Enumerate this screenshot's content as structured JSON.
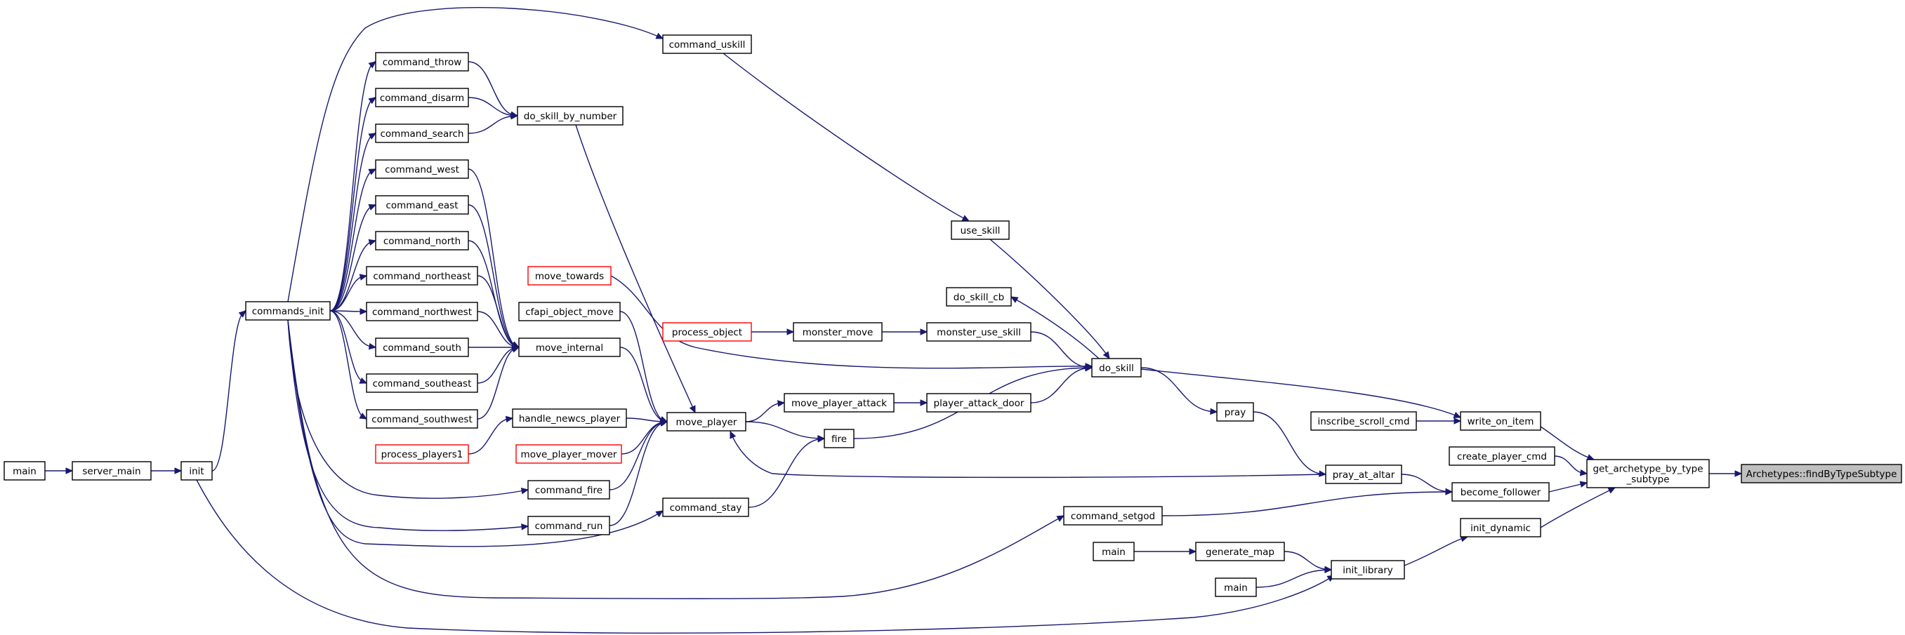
{
  "colors": {
    "edge": "#191970",
    "border": "#000000",
    "border_truncated": "#ff0000",
    "target_fill": "#bfbfbf"
  },
  "nodes": {
    "main_a": {
      "label": "main"
    },
    "server_main": {
      "label": "server_main"
    },
    "init": {
      "label": "init"
    },
    "commands_init": {
      "label": "commands_init"
    },
    "command_throw": {
      "label": "command_throw"
    },
    "command_disarm": {
      "label": "command_disarm"
    },
    "command_search": {
      "label": "command_search"
    },
    "command_west": {
      "label": "command_west"
    },
    "command_east": {
      "label": "command_east"
    },
    "command_north": {
      "label": "command_north"
    },
    "command_northeast": {
      "label": "command_northeast"
    },
    "command_northwest": {
      "label": "command_northwest"
    },
    "command_south": {
      "label": "command_south"
    },
    "command_southeast": {
      "label": "command_southeast"
    },
    "command_southwest": {
      "label": "command_southwest"
    },
    "do_skill_by_number": {
      "label": "do_skill_by_number"
    },
    "command_uskill": {
      "label": "command_uskill"
    },
    "move_towards": {
      "label": "move_towards",
      "truncated": true
    },
    "cfapi_object_move": {
      "label": "cfapi_object_move"
    },
    "move_internal": {
      "label": "move_internal"
    },
    "handle_newcs_player": {
      "label": "handle_newcs_player"
    },
    "process_players1": {
      "label": "process_players1",
      "truncated": true
    },
    "move_player_mover": {
      "label": "move_player_mover",
      "truncated": true
    },
    "command_fire": {
      "label": "command_fire"
    },
    "command_run": {
      "label": "command_run"
    },
    "move_player": {
      "label": "move_player"
    },
    "command_stay": {
      "label": "command_stay"
    },
    "process_object": {
      "label": "process_object",
      "truncated": true
    },
    "monster_move": {
      "label": "monster_move"
    },
    "monster_use_skill": {
      "label": "monster_use_skill"
    },
    "use_skill": {
      "label": "use_skill"
    },
    "do_skill_cb": {
      "label": "do_skill_cb"
    },
    "move_player_attack": {
      "label": "move_player_attack"
    },
    "player_attack_door": {
      "label": "player_attack_door"
    },
    "fire": {
      "label": "fire"
    },
    "do_skill": {
      "label": "do_skill"
    },
    "pray": {
      "label": "pray"
    },
    "pray_at_altar": {
      "label": "pray_at_altar"
    },
    "command_setgod": {
      "label": "command_setgod"
    },
    "main_b": {
      "label": "main"
    },
    "generate_map": {
      "label": "generate_map"
    },
    "main_c": {
      "label": "main"
    },
    "init_library": {
      "label": "init_library"
    },
    "inscribe_scroll_cmd": {
      "label": "inscribe_scroll_cmd"
    },
    "write_on_item": {
      "label": "write_on_item"
    },
    "create_player_cmd": {
      "label": "create_player_cmd"
    },
    "become_follower": {
      "label": "become_follower"
    },
    "init_dynamic": {
      "label": "init_dynamic"
    },
    "get_archetype_by_type_subtype": {
      "label": "get_archetype_by_type\n_subtype"
    },
    "findByTypeSubtype": {
      "label": "Archetypes::findByTypeSubtype",
      "target": true
    }
  },
  "edges": [
    [
      "main_a",
      "server_main"
    ],
    [
      "server_main",
      "init"
    ],
    [
      "init",
      "commands_init"
    ],
    [
      "commands_init",
      "command_throw"
    ],
    [
      "commands_init",
      "command_disarm"
    ],
    [
      "commands_init",
      "command_search"
    ],
    [
      "commands_init",
      "command_west"
    ],
    [
      "commands_init",
      "command_east"
    ],
    [
      "commands_init",
      "command_north"
    ],
    [
      "commands_init",
      "command_northeast"
    ],
    [
      "commands_init",
      "command_northwest"
    ],
    [
      "commands_init",
      "command_south"
    ],
    [
      "commands_init",
      "command_southeast"
    ],
    [
      "commands_init",
      "command_southwest"
    ],
    [
      "commands_init",
      "command_uskill"
    ],
    [
      "commands_init",
      "command_fire"
    ],
    [
      "commands_init",
      "command_run"
    ],
    [
      "commands_init",
      "command_stay"
    ],
    [
      "commands_init",
      "command_setgod"
    ],
    [
      "command_throw",
      "do_skill_by_number"
    ],
    [
      "command_disarm",
      "do_skill_by_number"
    ],
    [
      "command_search",
      "do_skill_by_number"
    ],
    [
      "command_west",
      "move_internal"
    ],
    [
      "command_east",
      "move_internal"
    ],
    [
      "command_north",
      "move_internal"
    ],
    [
      "command_northeast",
      "move_internal"
    ],
    [
      "command_northwest",
      "move_internal"
    ],
    [
      "command_south",
      "move_internal"
    ],
    [
      "command_southeast",
      "move_internal"
    ],
    [
      "command_southwest",
      "move_internal"
    ],
    [
      "do_skill_by_number",
      "move_player"
    ],
    [
      "move_internal",
      "move_player"
    ],
    [
      "cfapi_object_move",
      "move_player"
    ],
    [
      "move_towards",
      "do_skill"
    ],
    [
      "handle_newcs_player",
      "move_player"
    ],
    [
      "process_players1",
      "handle_newcs_player"
    ],
    [
      "move_player_mover",
      "move_player"
    ],
    [
      "command_fire",
      "move_player"
    ],
    [
      "command_run",
      "move_player"
    ],
    [
      "command_stay",
      "fire"
    ],
    [
      "move_player",
      "move_player_attack"
    ],
    [
      "move_player",
      "fire"
    ],
    [
      "move_player_attack",
      "player_attack_door"
    ],
    [
      "player_attack_door",
      "do_skill"
    ],
    [
      "fire",
      "do_skill"
    ],
    [
      "command_uskill",
      "use_skill"
    ],
    [
      "use_skill",
      "do_skill"
    ],
    [
      "do_skill",
      "do_skill_cb"
    ],
    [
      "process_object",
      "monster_move"
    ],
    [
      "monster_move",
      "monster_use_skill"
    ],
    [
      "monster_use_skill",
      "do_skill"
    ],
    [
      "do_skill",
      "pray"
    ],
    [
      "do_skill",
      "write_on_item"
    ],
    [
      "pray",
      "pray_at_altar"
    ],
    [
      "pray_at_altar",
      "move_player"
    ],
    [
      "pray_at_altar",
      "become_follower"
    ],
    [
      "command_setgod",
      "become_follower"
    ],
    [
      "main_b",
      "generate_map"
    ],
    [
      "generate_map",
      "init_library"
    ],
    [
      "main_c",
      "init_library"
    ],
    [
      "init",
      "init_library"
    ],
    [
      "init_library",
      "init_dynamic"
    ],
    [
      "inscribe_scroll_cmd",
      "write_on_item"
    ],
    [
      "write_on_item",
      "get_archetype_by_type_subtype"
    ],
    [
      "create_player_cmd",
      "get_archetype_by_type_subtype"
    ],
    [
      "become_follower",
      "get_archetype_by_type_subtype"
    ],
    [
      "init_dynamic",
      "get_archetype_by_type_subtype"
    ],
    [
      "get_archetype_by_type_subtype",
      "findByTypeSubtype"
    ]
  ]
}
